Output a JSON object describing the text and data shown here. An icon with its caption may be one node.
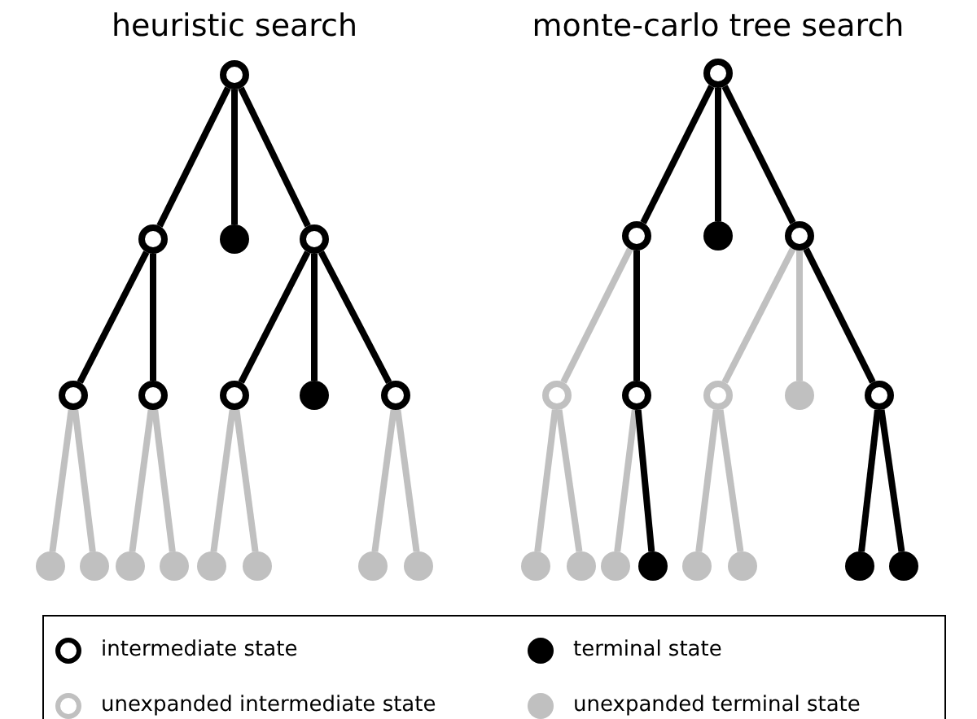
{
  "diagram": {
    "nodes": [
      {
        "text": [],
        "shape": "ring"
      },
      {
        "text": [],
        "shape": "ring"
      },
      {
        "text": [],
        "shape": "circle"
      },
      {
        "text": [],
        "shape": "ring"
      },
      {
        "text": [],
        "shape": "ring"
      },
      {
        "text": [],
        "shape": "ring"
      },
      {
        "text": [],
        "shape": "ring"
      },
      {
        "text": [],
        "shape": "circle"
      },
      {
        "text": [],
        "shape": "ring"
      },
      {
        "text": [],
        "shape": "circle"
      },
      {
        "text": [],
        "shape": "circle"
      },
      {
        "text": [],
        "shape": "circle"
      },
      {
        "text": [],
        "shape": "circle"
      },
      {
        "text": [],
        "shape": "circle"
      },
      {
        "text": [],
        "shape": "circle"
      },
      {
        "text": [],
        "shape": "circle"
      },
      {
        "text": [],
        "shape": "circle"
      },
      {
        "text": [],
        "shape": "ring"
      },
      {
        "text": [],
        "shape": "ring"
      },
      {
        "text": [],
        "shape": "circle"
      },
      {
        "text": [],
        "shape": "ring"
      },
      {
        "text": [],
        "shape": "ring"
      },
      {
        "text": [],
        "shape": "ring"
      },
      {
        "text": [],
        "shape": "ring"
      },
      {
        "text": [],
        "shape": "circle"
      },
      {
        "text": [],
        "shape": "ring"
      },
      {
        "text": [],
        "shape": "circle"
      },
      {
        "text": [],
        "shape": "circle"
      },
      {
        "text": [],
        "shape": "circle"
      },
      {
        "text": [],
        "shape": "circle"
      },
      {
        "text": [],
        "shape": "circle"
      },
      {
        "text": [],
        "shape": "circle"
      },
      {
        "text": [],
        "shape": "circle"
      },
      {
        "text": [],
        "shape": "circle"
      }
    ],
    "edges": [
      {
        "from": 0,
        "to": 1,
        "arrow": "none"
      },
      {
        "from": 0,
        "to": 2,
        "arrow": "none"
      },
      {
        "from": 0,
        "to": 3,
        "arrow": "none"
      },
      {
        "from": 1,
        "to": 4,
        "arrow": "none"
      },
      {
        "from": 1,
        "to": 5,
        "arrow": "none"
      },
      {
        "from": 3,
        "to": 6,
        "arrow": "none"
      },
      {
        "from": 3,
        "to": 7,
        "arrow": "none"
      },
      {
        "from": 3,
        "to": 8,
        "arrow": "none"
      },
      {
        "from": 4,
        "to": 9,
        "arrow": "none",
        "color": "#c0c0c0"
      },
      {
        "from": 4,
        "to": 10,
        "arrow": "none",
        "color": "#c0c0c0"
      },
      {
        "from": 5,
        "to": 11,
        "arrow": "none",
        "color": "#c0c0c0"
      },
      {
        "from": 5,
        "to": 12,
        "arrow": "none",
        "color": "#c0c0c0"
      },
      {
        "from": 6,
        "to": 13,
        "arrow": "none",
        "color": "#c0c0c0"
      },
      {
        "from": 6,
        "to": 14,
        "arrow": "none",
        "color": "#c0c0c0"
      },
      {
        "from": 8,
        "to": 15,
        "arrow": "none",
        "color": "#c0c0c0"
      },
      {
        "from": 8,
        "to": 16,
        "arrow": "none",
        "color": "#c0c0c0"
      },
      {
        "from": 17,
        "to": 18,
        "arrow": "none"
      },
      {
        "from": 17,
        "to": 19,
        "arrow": "none"
      },
      {
        "from": 17,
        "to": 20,
        "arrow": "none"
      },
      {
        "from": 18,
        "to": 21,
        "arrow": "none",
        "color": "#c0c0c0"
      },
      {
        "from": 18,
        "to": 22,
        "arrow": "none"
      },
      {
        "from": 20,
        "to": 23,
        "arrow": "none",
        "color": "#c0c0c0"
      },
      {
        "from": 20,
        "to": 24,
        "arrow": "none",
        "color": "#c0c0c0"
      },
      {
        "from": 20,
        "to": 25,
        "arrow": "none"
      },
      {
        "from": 21,
        "to": 26,
        "arrow": "none",
        "color": "#c0c0c0"
      },
      {
        "from": 21,
        "to": 27,
        "arrow": "none",
        "color": "#c0c0c0"
      },
      {
        "from": 22,
        "to": 28,
        "arrow": "none",
        "color": "#c0c0c0"
      },
      {
        "from": 22,
        "to": 29,
        "arrow": "none"
      },
      {
        "from": 23,
        "to": 30,
        "arrow": "none",
        "color": "#c0c0c0"
      },
      {
        "from": 23,
        "to": 31,
        "arrow": "none",
        "color": "#c0c0c0"
      },
      {
        "from": 25,
        "to": 32,
        "arrow": "none"
      },
      {
        "from": 25,
        "to": 33,
        "arrow": "none"
      }
    ],
    "labels": [
      "heuristic search",
      "monte-carlo tree search"
    ],
    "legend": [
      {
        "text": "intermediate state"
      },
      {
        "text": "terminal state"
      },
      {
        "text": "unexpanded intermediate state"
      },
      {
        "text": "unexpanded terminal state"
      }
    ]
  }
}
